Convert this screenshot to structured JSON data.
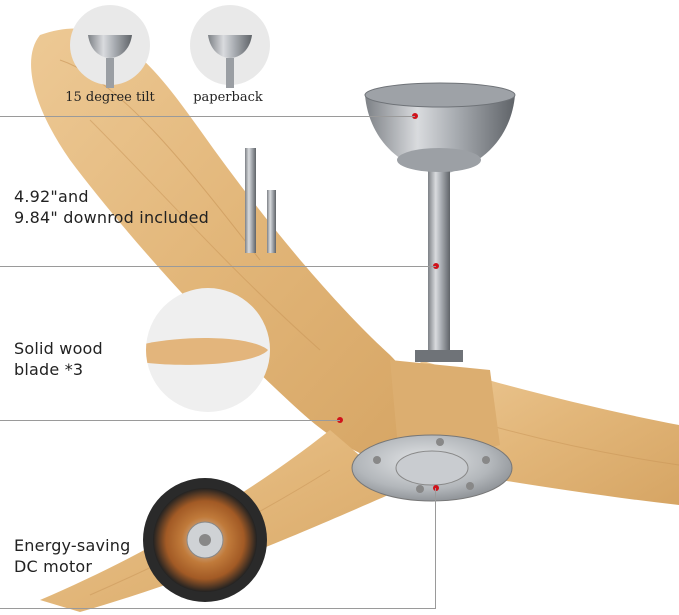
{
  "callouts": {
    "tilt_label": "15 degree tilt",
    "paperback_label": "paperback",
    "downrod_line1": "4.92\"and",
    "downrod_line2": "9.84\" downrod included",
    "blade_line1": "Solid wood",
    "blade_line2": "blade *3",
    "motor_line1": "Energy-saving",
    "motor_line2": "DC motor"
  },
  "colors": {
    "wood": "#e6bd86",
    "wood_dark": "#c89456",
    "metal": "#b9bcc0",
    "metal_dark": "#6f7378",
    "marker": "#d0121b"
  }
}
